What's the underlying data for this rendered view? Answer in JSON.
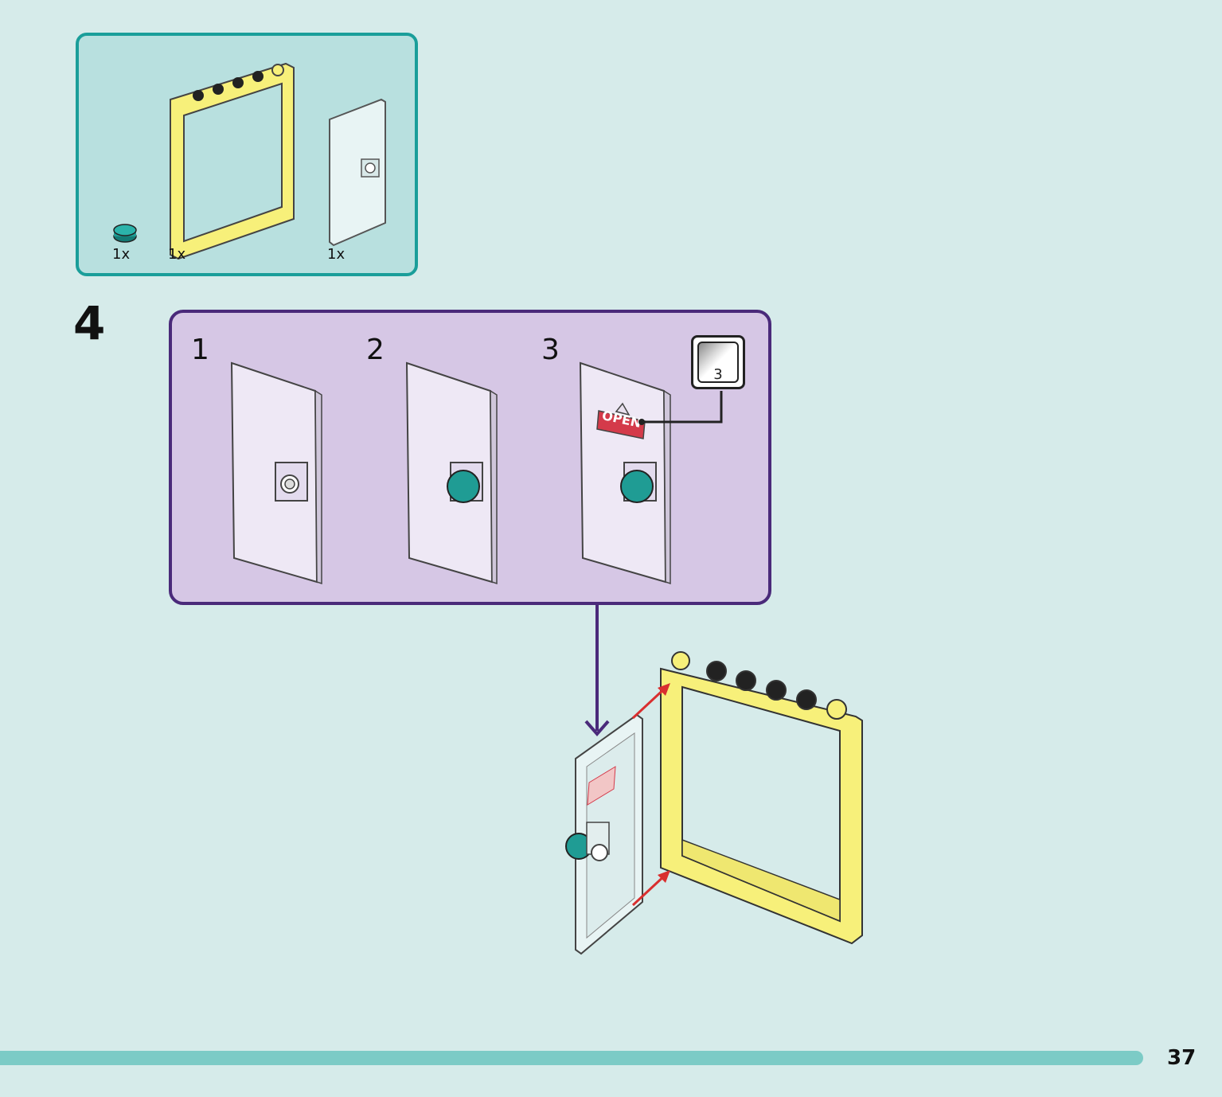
{
  "parts_list": {
    "items": [
      {
        "name": "round-tile-teal",
        "quantity": "1x"
      },
      {
        "name": "door-frame-yellow",
        "quantity": "1x"
      },
      {
        "name": "door-transparent",
        "quantity": "1x"
      }
    ]
  },
  "step": {
    "number": "4",
    "substeps": [
      "1",
      "2",
      "3"
    ],
    "sticker": {
      "number": "3",
      "text": "OPEN"
    }
  },
  "colors": {
    "background": "#d6ebea",
    "parts_box": "#b8e0df",
    "parts_border": "#1a9e9a",
    "substep_box": "#d6c7e5",
    "substep_border": "#4a2a7a",
    "frame_yellow": "#f7f07a",
    "tile_teal": "#1f9c94",
    "arrow_red": "#d92f2f",
    "page_bar": "#7ccbc6"
  },
  "page": {
    "number": "37"
  }
}
